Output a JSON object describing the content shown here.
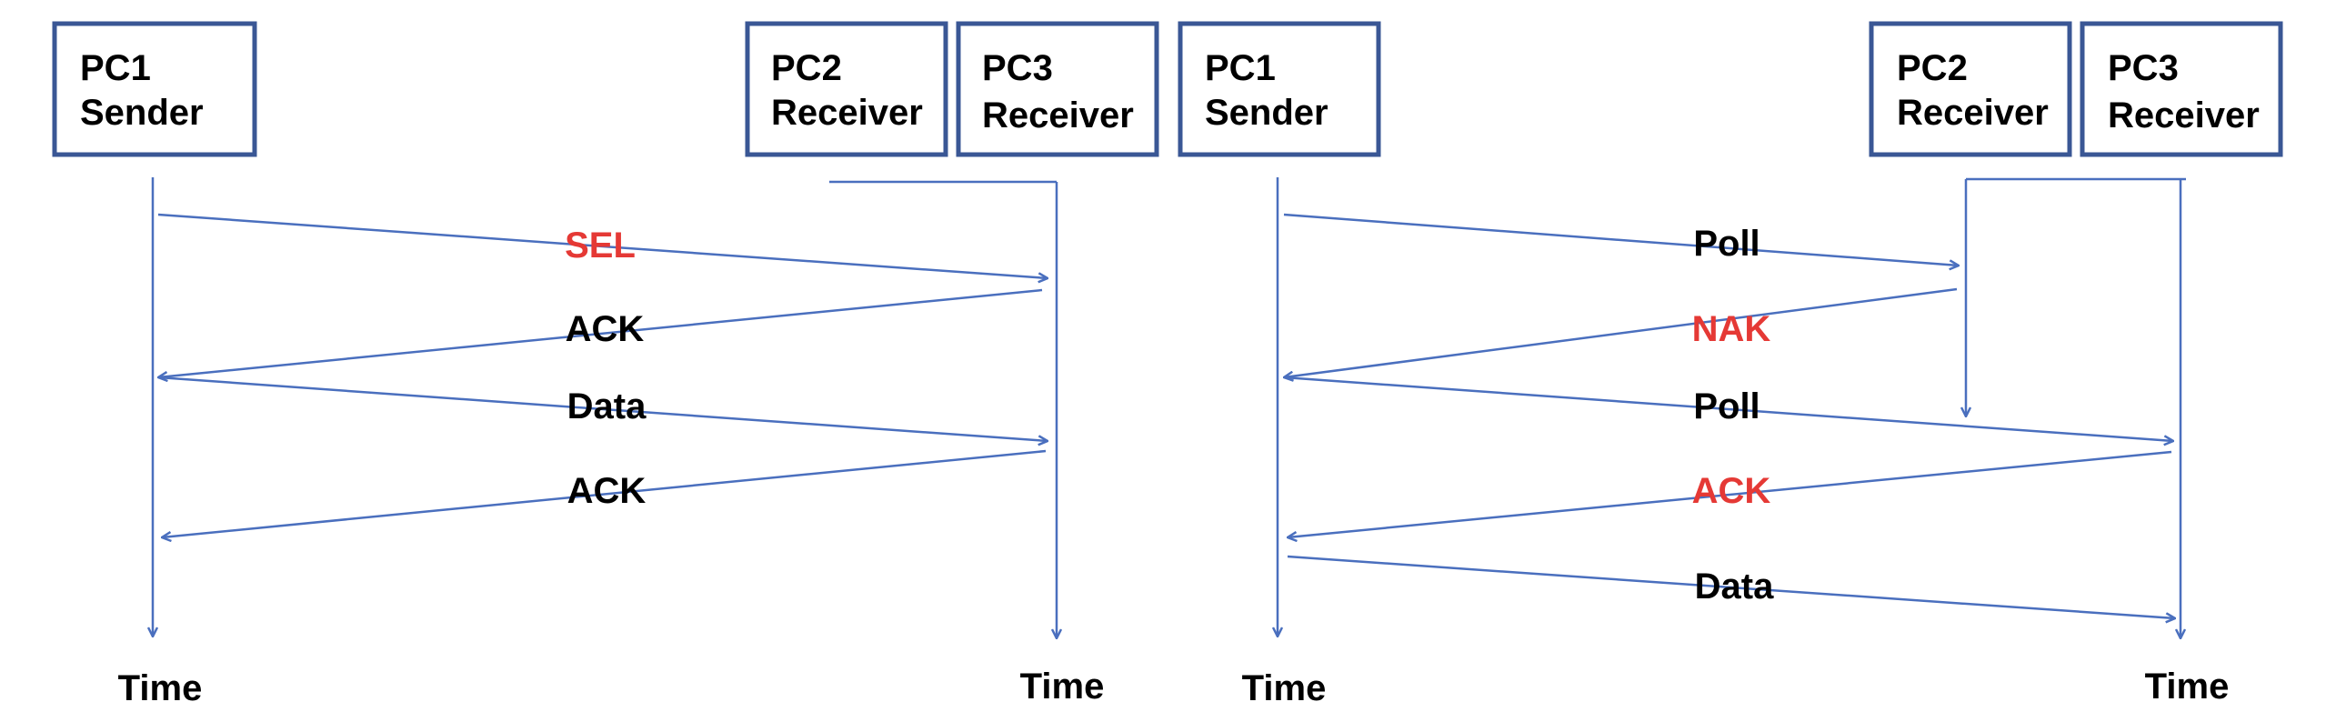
{
  "colors": {
    "line": "#4a6fbe",
    "box_border": "#3a5795",
    "text": "#000000",
    "highlight": "#e53935"
  },
  "left_diagram": {
    "pc1": {
      "name": "PC1",
      "role": "Sender"
    },
    "pc2": {
      "name": "PC2",
      "role": "Receiver"
    },
    "pc3": {
      "name": "PC3",
      "role": "Receiver"
    },
    "time_left": "Time",
    "time_right": "Time",
    "messages": [
      {
        "label": "SEL",
        "highlight": true
      },
      {
        "label": "ACK",
        "highlight": false
      },
      {
        "label": "Data",
        "highlight": false
      },
      {
        "label": "ACK",
        "highlight": false
      }
    ]
  },
  "right_diagram": {
    "pc1": {
      "name": "PC1",
      "role": "Sender"
    },
    "pc2": {
      "name": "PC2",
      "role": "Receiver"
    },
    "pc3": {
      "name": "PC3",
      "role": "Receiver"
    },
    "time_left": "Time",
    "time_right": "Time",
    "messages": [
      {
        "label": "Poll",
        "highlight": false
      },
      {
        "label": "NAK",
        "highlight": true
      },
      {
        "label": "Poll",
        "highlight": false
      },
      {
        "label": "ACK",
        "highlight": true
      },
      {
        "label": "Data",
        "highlight": false
      }
    ]
  }
}
